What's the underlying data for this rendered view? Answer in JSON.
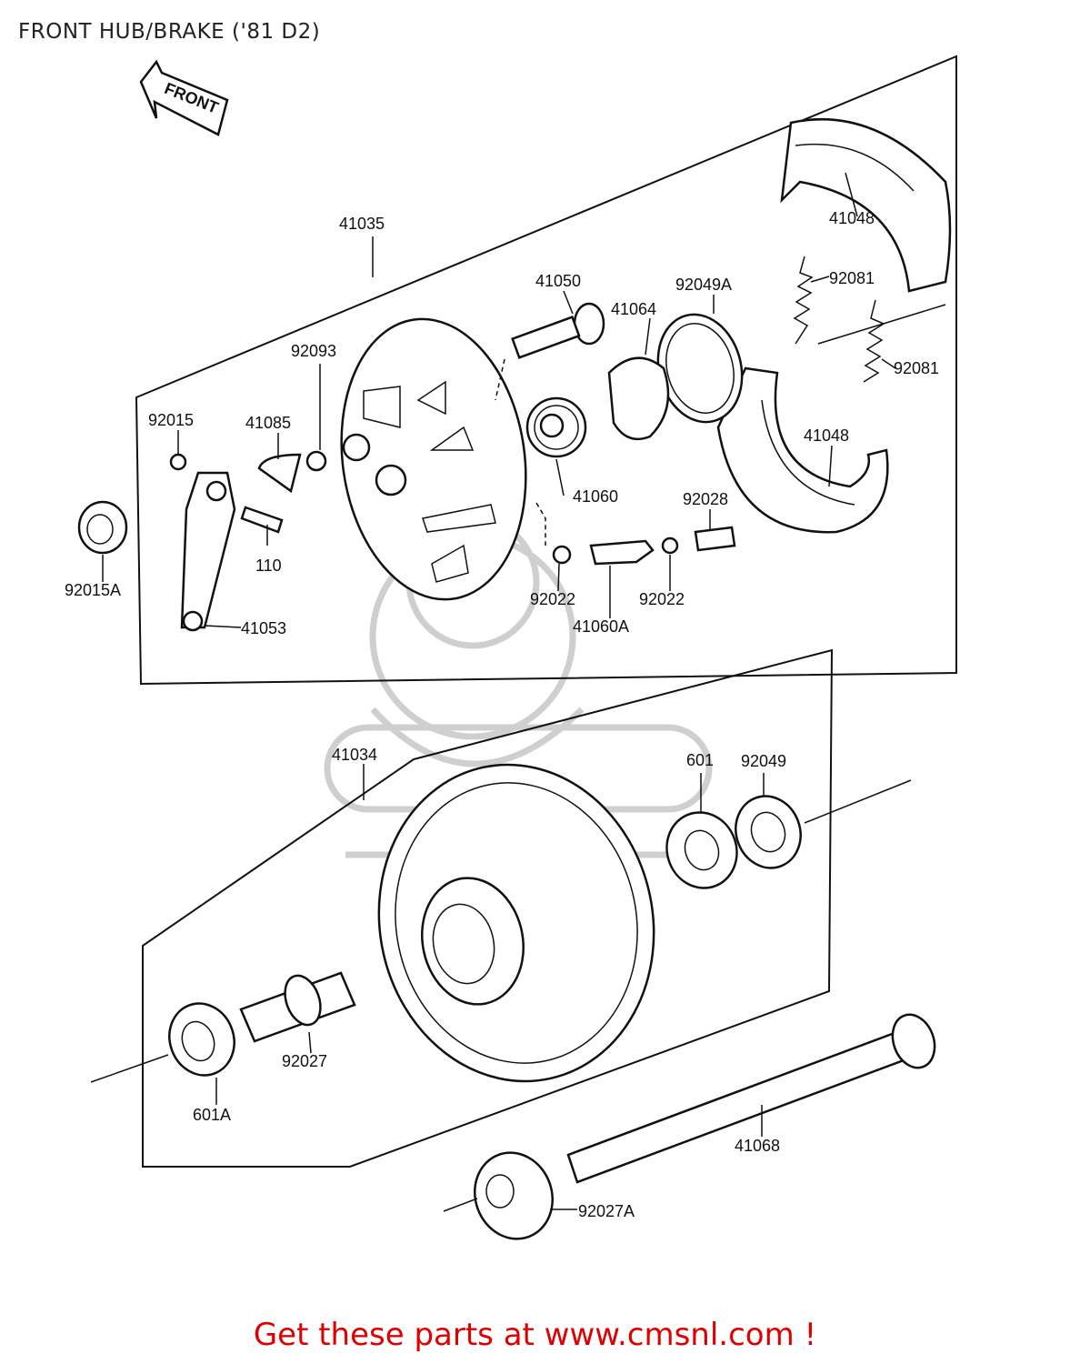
{
  "header": {
    "title": "FRONT HUB/BRAKE ('81 D2)"
  },
  "direction_arrow": {
    "label": "FRONT"
  },
  "parts": {
    "p41035": "41035",
    "p41048_top": "41048",
    "p92081_top": "92081",
    "p92081_right": "92081",
    "p41050": "41050",
    "p41064": "41064",
    "p92049A": "92049A",
    "p92093": "92093",
    "p92015": "92015",
    "p41085": "41085",
    "p41048_mid": "41048",
    "p41060": "41060",
    "p92028": "92028",
    "p110": "110",
    "p92015A": "92015A",
    "p92022_left": "92022",
    "p92022_right": "92022",
    "p41053": "41053",
    "p41060A": "41060A",
    "p41034": "41034",
    "p601": "601",
    "p92049": "92049",
    "p92027": "92027",
    "p601A": "601A",
    "p41068": "41068",
    "p92027A": "92027A"
  },
  "footer": {
    "link_text": "Get these parts at www.cmsnl.com !"
  },
  "colors": {
    "line": "#111111",
    "footer": "#e00000",
    "watermark": "#cfcfcf"
  }
}
